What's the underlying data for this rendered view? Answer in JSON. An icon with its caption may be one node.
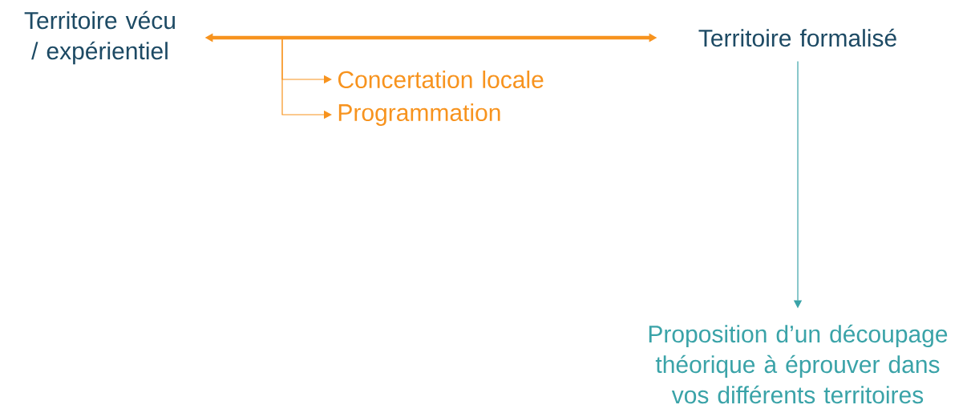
{
  "diagram": {
    "nodes": [
      {
        "text": [
          "Territoire vécu / expérientiel"
        ]
      },
      {
        "text": [
          "Territoire formalisé"
        ]
      },
      {
        "text": [
          "Concertation locale"
        ]
      },
      {
        "text": [
          "Programmation"
        ]
      },
      {
        "text": [
          "Proposition d’un découpage théorique à éprouver dans vos différents territoires"
        ]
      }
    ],
    "edges": [
      {
        "from": 0,
        "to": 1,
        "arrow": "both",
        "style": "thick"
      },
      {
        "from": null,
        "to": 2,
        "arrow": "to"
      },
      {
        "from": null,
        "to": 3,
        "arrow": "to"
      },
      {
        "from": 1,
        "to": 4,
        "arrow": "to",
        "color": "#3aa3a8"
      }
    ]
  }
}
